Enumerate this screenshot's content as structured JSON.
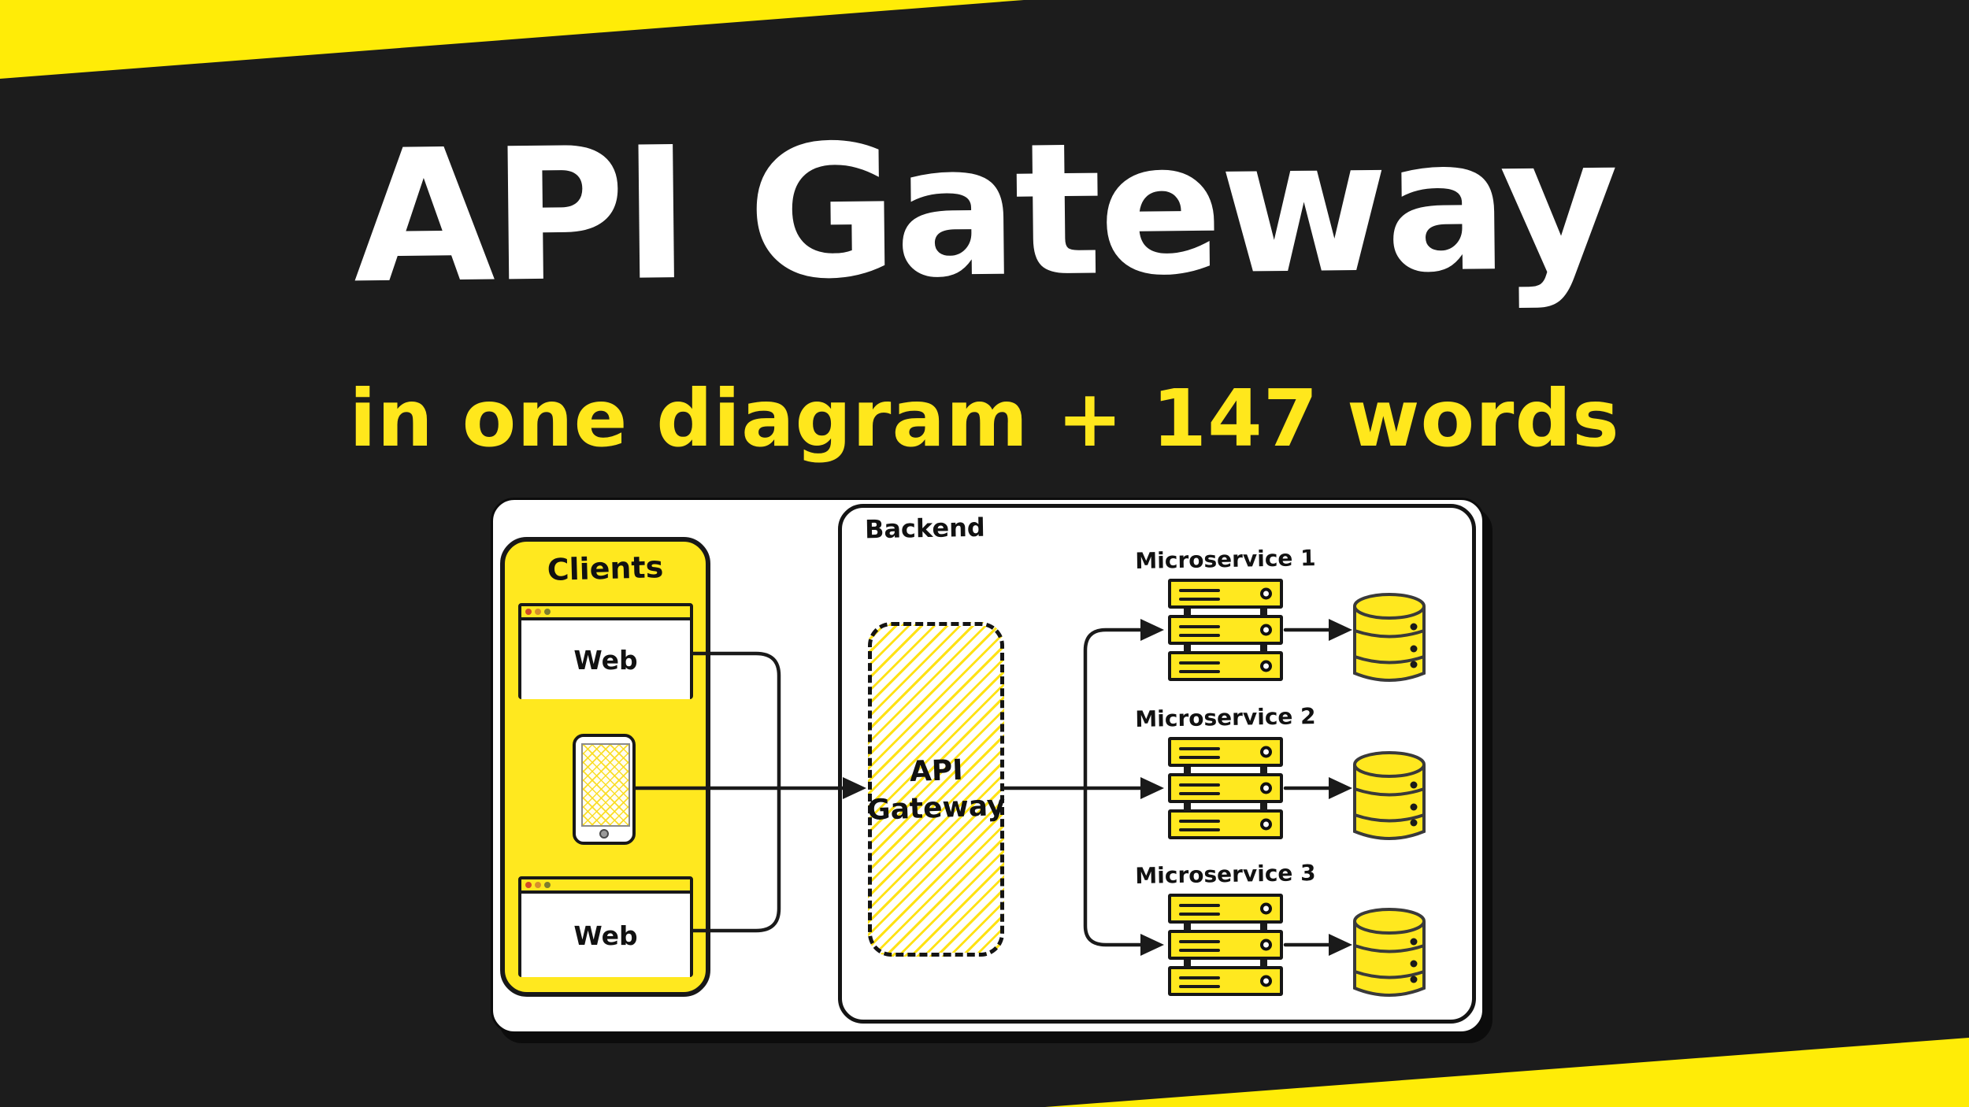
{
  "page": {
    "background_color": "#1c1c1c",
    "accent_yellow": "#ffe81f",
    "band_yellow": "#ffec07",
    "stroke_black": "#161616",
    "panel_white": "#ffffff"
  },
  "header": {
    "title": "API Gateway",
    "title_color": "#ffffff",
    "subtitle": "in one diagram + 147 words",
    "subtitle_color": "#ffe71c"
  },
  "diagram": {
    "clients": {
      "label": "Clients",
      "web_top_label": "Web",
      "web_bottom_label": "Web",
      "browser_dot_colors": [
        "#d14b28",
        "#d68f2c",
        "#7d7d2f"
      ]
    },
    "backend": {
      "label": "Backend",
      "gateway": {
        "lines": [
          "API",
          "Gateway"
        ]
      },
      "microservices": [
        {
          "label": "Microservice 1"
        },
        {
          "label": "Microservice 2"
        },
        {
          "label": "Microservice 3"
        }
      ]
    }
  }
}
